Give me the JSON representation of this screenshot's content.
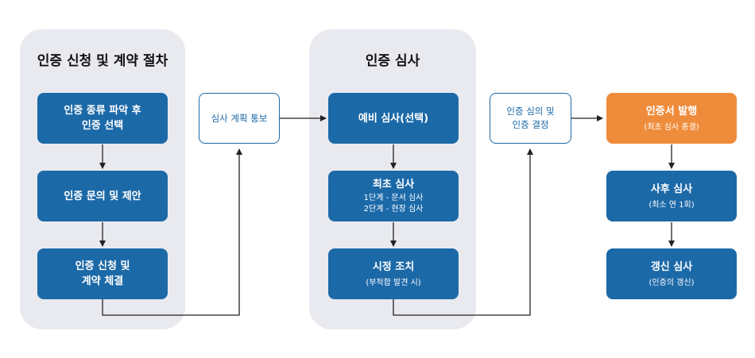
{
  "panels": {
    "left_title": "인증 신청 및 계약 절차",
    "mid_title": "인증 심사"
  },
  "left_steps": [
    {
      "label": "인증 종류 파악 후\n인증 선택"
    },
    {
      "label": "인증 문의 및 제안"
    },
    {
      "label": "인증 신청 및\n계약 체결"
    }
  ],
  "notify": {
    "label": "심사 계획 통보"
  },
  "mid_steps": [
    {
      "label": "예비 심사(선택)",
      "sub": ""
    },
    {
      "label": "최초 심사",
      "sub": "1단계 - 문서 심사\n2단계 - 현장 심사"
    },
    {
      "label": "시정 조치",
      "sub": "(부적합 발견 시)"
    }
  ],
  "decision": {
    "label": "인증 심의 및\n인증 결정"
  },
  "right_steps": [
    {
      "label": "인증서 발행",
      "sub": "(최초 심사 종결)"
    },
    {
      "label": "사후 심사",
      "sub": "(최소 연 1회)"
    },
    {
      "label": "갱신 심사",
      "sub": "(인증의 갱신)"
    }
  ],
  "colors": {
    "primary": "#1c69a8",
    "accent": "#ef8c3c",
    "panel": "#e9eaef"
  }
}
